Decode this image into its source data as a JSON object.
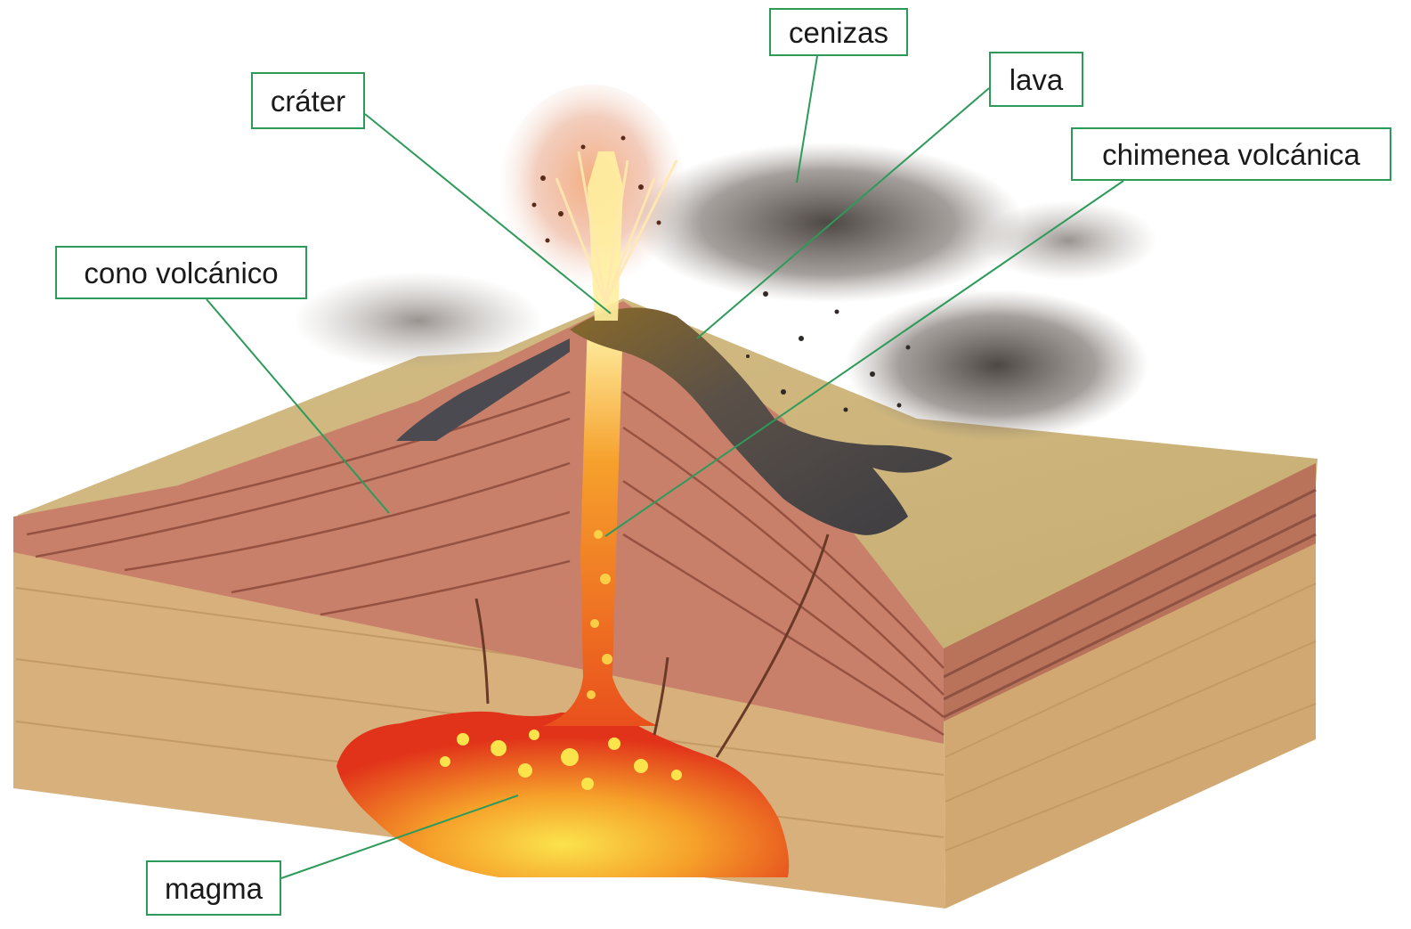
{
  "diagram": {
    "labels": {
      "cenizas": "cenizas",
      "crater": "cráter",
      "lava": "lava",
      "chimenea": "chimenea volcánica",
      "cono": "cono volcánico",
      "magma": "magma"
    },
    "colors": {
      "leader_line": "#2e9a5a",
      "label_border": "#2e9a5a",
      "cone": "#c97a62",
      "cone_stripe": "#8a4a3a",
      "ground_top": "#cdb27a",
      "ground_side": "#d9b27e",
      "lava_hot": "#f7e04a",
      "lava_mid": "#f39a2a",
      "lava_dark": "#e0321c",
      "ash": "#3a3330",
      "solid_lava": "#4b4b50"
    }
  }
}
